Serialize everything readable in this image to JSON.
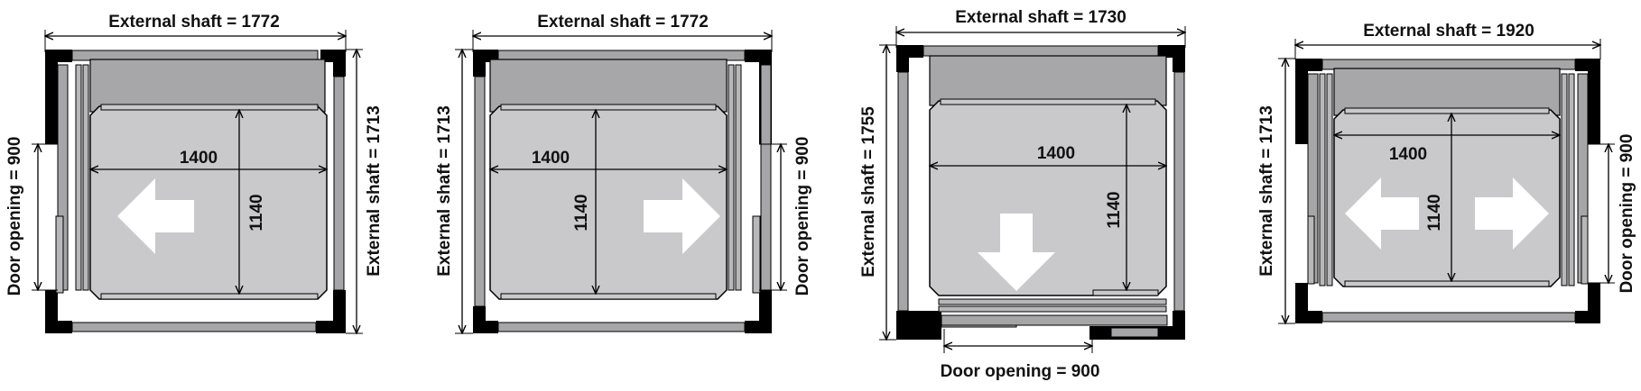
{
  "colors": {
    "wall": "#000000",
    "panel": "#a6a6a8",
    "car_floor": "#c9c9cb",
    "car_back": "#a7a7a9",
    "door_panel": "#b8b8ba",
    "arrow": "#ffffff",
    "dim_line": "#000000",
    "text": "#111111"
  },
  "plans": [
    {
      "id": "plan-1",
      "external_width_label": "External shaft = 1772",
      "external_depth_label": "External shaft = 1713",
      "door_opening_label": "Door opening = 900",
      "car_width_label": "1400",
      "car_depth_label": "1140",
      "door_side": "left",
      "arrow_direction": "left"
    },
    {
      "id": "plan-2",
      "external_width_label": "External shaft = 1772",
      "external_depth_label": "External shaft = 1713",
      "door_opening_label": "Door opening = 900",
      "car_width_label": "1400",
      "car_depth_label": "1140",
      "door_side": "right",
      "arrow_direction": "right"
    },
    {
      "id": "plan-3",
      "external_width_label": "External shaft = 1730",
      "external_depth_label": "External shaft = 1755",
      "door_opening_label": "Door opening = 900",
      "car_width_label": "1400",
      "car_depth_label": "1140",
      "door_side": "bottom",
      "arrow_direction": "down"
    },
    {
      "id": "plan-4",
      "external_width_label": "External shaft = 1920",
      "external_depth_label": "External shaft = 1713",
      "door_opening_label": "Door opening = 900",
      "car_width_label": "1400",
      "car_depth_label": "1140",
      "door_side": "left-right",
      "arrow_direction": "left-right"
    }
  ]
}
